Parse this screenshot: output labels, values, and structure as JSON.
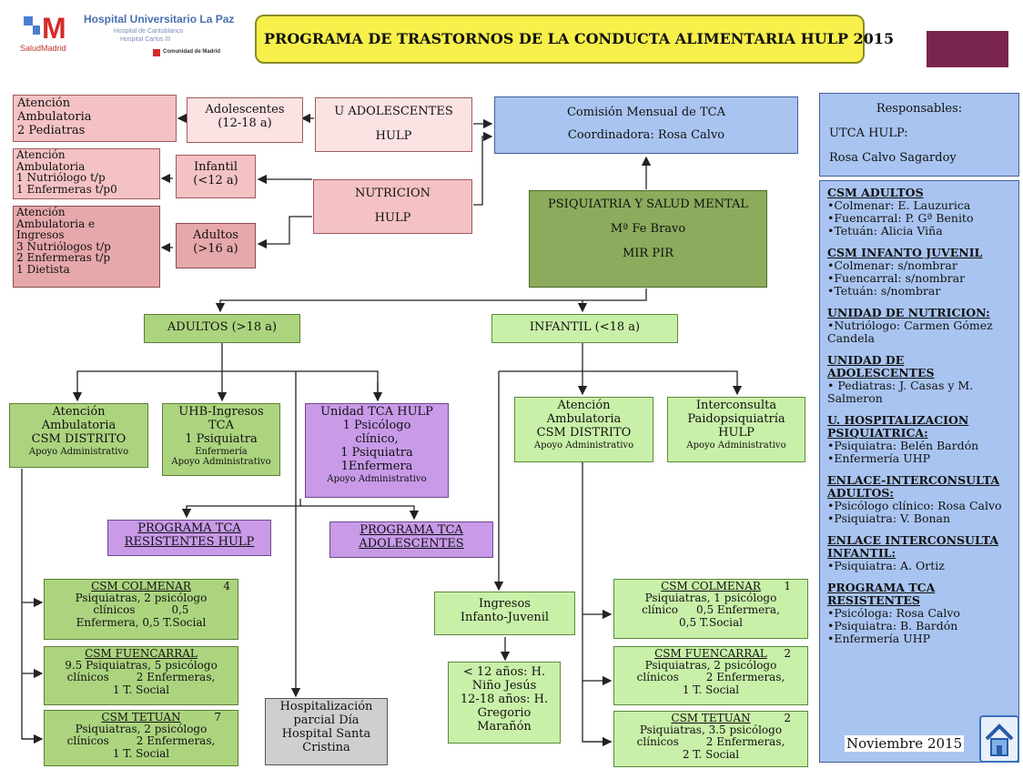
{
  "header": {
    "logo_main": "Hospital Universitario La Paz",
    "logo_sub1": "Hospital de Cantoblanco",
    "logo_sub2": "Hospital Carlos III",
    "logo_left": "SaludMadrid",
    "logo_right": "Comunidad de Madrid",
    "title": "PROGRAMA DE TRASTORNOS DE LA CONDUCTA ALIMENTARIA HULP 2015"
  },
  "nodes": {
    "aten_amb_2ped": [
      "Atención",
      "Ambulatoria",
      "2 Pediatras"
    ],
    "adolescentes": [
      "Adolescentes",
      "(12-18 a)"
    ],
    "u_adolescentes": [
      "U ADOLESCENTES",
      "HULP"
    ],
    "comision": [
      "Comisión Mensual  de TCA",
      "Coordinadora: Rosa Calvo"
    ],
    "aten_amb_nutri": [
      "Atención",
      "Ambulatoria",
      "1 Nutriólogo t/p",
      "1 Enfermeras t/p0"
    ],
    "infantil_small": [
      "Infantil",
      "(<12 a)"
    ],
    "nutricion": [
      "NUTRICION",
      "HULP"
    ],
    "psiquiatria": [
      "PSIQUIATRIA Y SALUD MENTAL",
      "Mª Fe Bravo",
      "MIR PIR"
    ],
    "aten_amb_ingresos": [
      "Atención",
      "Ambulatoria e",
      "Ingresos",
      "3 Nutriólogos t/p",
      "2 Enfermeras t/p",
      "1 Dietista"
    ],
    "adultos_small": [
      "Adultos",
      "(>16 a)"
    ],
    "adultos": "ADULTOS  (>18 a)",
    "infantil": "INFANTIL  (<18 a)",
    "csm_distrito_a": [
      "Atención",
      "Ambulatoria",
      "CSM DISTRITO",
      "Apoyo Administrativo"
    ],
    "uhb": [
      "UHB-Ingresos",
      "TCA",
      "1 Psiquiatra",
      "Enfermería",
      "Apoyo Administrativo"
    ],
    "unidad_tca": [
      "Unidad TCA  HULP",
      "1 Psicólogo",
      "clínico,",
      "1 Psiquiatra",
      "1Enfermera",
      "Apoyo Administrativo"
    ],
    "csm_distrito_i": [
      "Atención",
      "Ambulatoria",
      "CSM DISTRITO",
      "Apoyo Administrativo"
    ],
    "interconsulta": [
      "Interconsulta",
      "Paidopsiquiatría",
      "HULP",
      "Apoyo Administrativo"
    ],
    "prog_resistentes": [
      "PROGRAMA TCA",
      "RESISTENTES HULP"
    ],
    "prog_adolescentes": [
      "PROGRAMA TCA",
      "ADOLESCENTES"
    ],
    "csm_colmenar_a": [
      "CSM COLMENAR",
      "4",
      "Psiquiatras, 2 psicólogo",
      "clínicos",
      "0,5",
      "Enfermera, 0,5 T.Social"
    ],
    "csm_fuencarral_a": [
      "CSM FUENCARRAL",
      "9.5 Psiquiatras,  5 psicólogo",
      "clínicos",
      "2 Enfermeras,",
      "1 T. Social"
    ],
    "csm_tetuan_a": [
      "CSM TETUAN",
      "7",
      "Psiquiatras,  2 psicólogo",
      "clínicos",
      "2 Enfermeras,",
      "1 T. Social"
    ],
    "hosp_parcial": [
      "Hospitalización",
      "parcial Día",
      "Hospital Santa",
      "Cristina"
    ],
    "ingresos_ij": [
      "Ingresos",
      "Infanto-Juvenil"
    ],
    "ninos": [
      "< 12 años:  H.",
      "Niño Jesús",
      "12-18 años: H.",
      "Gregorio",
      "Marañón"
    ],
    "csm_colmenar_i": [
      "CSM COLMENAR",
      "1",
      "Psiquiatras, 1 psicólogo",
      "clínico",
      "0,5 Enfermera,",
      "0,5 T.Social"
    ],
    "csm_fuencarral_i": [
      "CSM FUENCARRAL",
      "2",
      "Psiquiatras,  2 psicólogo",
      "clínicos",
      "2 Enfermeras,",
      "1 T. Social"
    ],
    "csm_tetuan_i": [
      "CSM TETUAN",
      "2",
      "Psiquiatras,  3.5 psicólogo",
      "clínicos",
      "2 Enfermeras,",
      "2 T. Social"
    ]
  },
  "responsables": {
    "title": "Responsables:",
    "utca": "UTCA HULP:",
    "utca_name": "Rosa Calvo Sagardoy"
  },
  "sidebar": {
    "csm_adultos": {
      "h": "CSM ADULTOS",
      "items": [
        "•Colmenar:  E. Lauzurica",
        "•Fuencarral: P. Gª Benito",
        "•Tetuán:  Alicia Viña"
      ]
    },
    "csm_infanto": {
      "h": "CSM INFANTO JUVENIL",
      "items": [
        "•Colmenar: s/nombrar",
        "•Fuencarral: s/nombrar",
        "•Tetuán: s/nombrar"
      ]
    },
    "nutricion": {
      "h": "UNIDAD DE NUTRICION:",
      "items": [
        "•Nutriólogo: Carmen Gómez Candela"
      ]
    },
    "adolescentes": {
      "h": "UNIDAD DE ADOLESCENTES",
      "items": [
        "•   Pediatras: J. Casas y M. Salmeron"
      ]
    },
    "hospitalizacion": {
      "h": "U. HOSPITALIZACION PSIQUIATRICA:",
      "items": [
        "•Psiquiatra: Belén Bardón",
        "•Enfermería UHP"
      ]
    },
    "enlace_adultos": {
      "h": "ENLACE-INTERCONSULTA ADULTOS:",
      "items": [
        "•Psicólogo clínico: Rosa Calvo",
        "•Psiquiatra: V. Bonan"
      ]
    },
    "enlace_infantil": {
      "h": "ENLACE INTERCONSULTA INFANTIL:",
      "items": [
        "•Psiquiatra: A. Ortiz"
      ]
    },
    "programa": {
      "h": "PROGRAMA TCA RESISTENTES",
      "items": [
        "•Psicóloga: Rosa Calvo",
        "•Psiquiatra: B. Bardón",
        "•Enfermería UHP"
      ]
    }
  },
  "footer": {
    "date": "Noviembre 2015"
  },
  "icons": {
    "home": "home-icon"
  },
  "colors": {
    "title_bg": "#f8f04a",
    "purple_box": "#7a2550",
    "sidebar_bg": "#a9c4f0"
  }
}
